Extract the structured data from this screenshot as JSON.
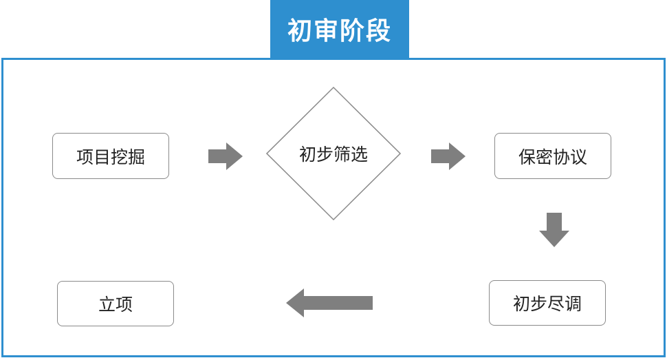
{
  "stage": {
    "title": "初审阶段"
  },
  "steps": {
    "project_mining": "项目挖掘",
    "preliminary_screening": "初步筛选",
    "confidentiality_agreement": "保密协议",
    "preliminary_due_diligence": "初步尽调",
    "project_approval": "立项"
  },
  "colors": {
    "accent": "#2e8fcf",
    "arrow": "#7f7f7f",
    "box_border": "#8a8a8a"
  }
}
